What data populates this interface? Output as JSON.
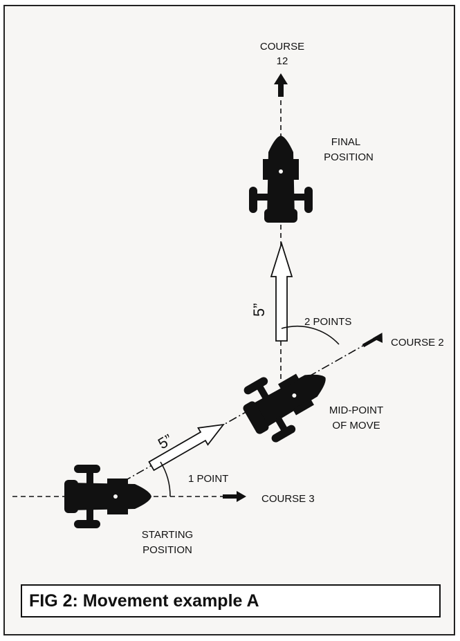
{
  "labels": {
    "course_12_line1": "COURSE",
    "course_12_line2": "12",
    "final_line1": "FINAL",
    "final_line2": "POSITION",
    "move_distance_upper": "5”",
    "move_distance_lower": "5”",
    "two_points": "2 POINTS",
    "course_2": "COURSE 2",
    "mid_line1": "MID-POINT",
    "mid_line2": "OF MOVE",
    "one_point": "1 POINT",
    "course_3": "COURSE 3",
    "start_line1": "STARTING",
    "start_line2": "POSITION"
  },
  "caption": "FIG 2: Movement example A",
  "ship_icon": "spaceship-silhouette-icon",
  "colors": {
    "ink": "#111111",
    "background": "#f7f6f4"
  }
}
